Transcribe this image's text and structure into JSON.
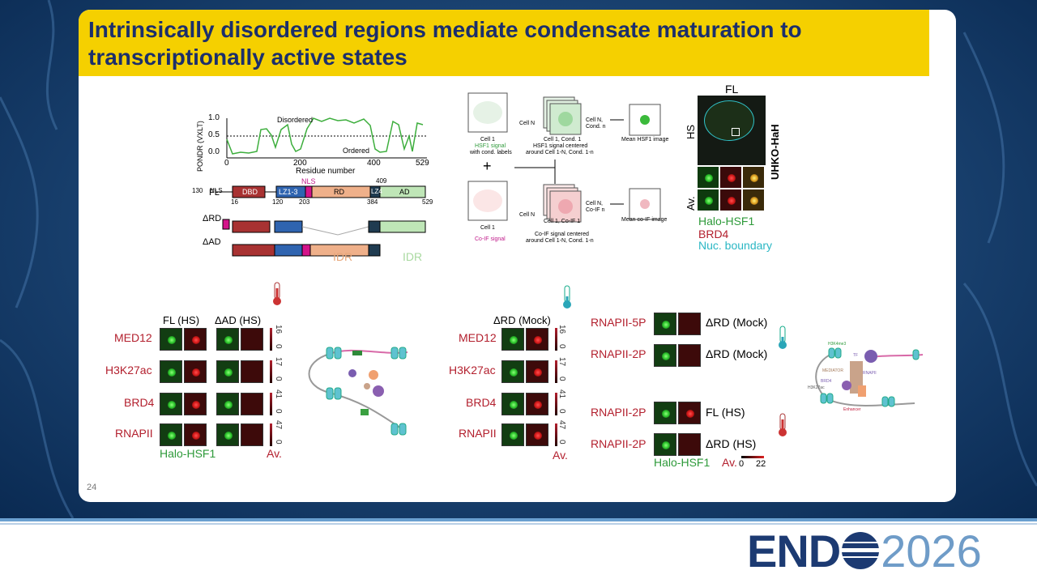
{
  "slide": {
    "title": "Intrinsically disordered regions mediate condensate maturation to transcriptionally active states",
    "page_number": "24"
  },
  "footer": {
    "logo_part1": "END",
    "logo_part2": "2026"
  },
  "plot": {
    "ylabel": "PONDR (VXLT)",
    "xlabel": "Residue number",
    "yticks": [
      "1.0",
      "0.5",
      "0.0"
    ],
    "xticks": [
      "0",
      "200",
      "400",
      "529"
    ],
    "label_disordered": "Disordered",
    "label_ordered": "Ordered"
  },
  "domains": {
    "fl_label": "FL",
    "drd_label": "ΔRD",
    "dad_label": "ΔAD",
    "dbd": "DBD",
    "lz13": "LZ1-3",
    "nls": "NLS",
    "rd": "RD",
    "lz4": "LZ4",
    "ad": "AD",
    "pos_top": [
      "130",
      "409"
    ],
    "pos_bottom": [
      "16",
      "120",
      "203",
      "384",
      "529"
    ],
    "idr_left": "IDR",
    "idr_right": "IDR"
  },
  "workflow": {
    "cell1": "Cell 1",
    "hsf1_signal": "HSF1 signal",
    "with_cond_labels": "with cond. labels",
    "cell_n": "Cell N",
    "cell1_cond1": "Cell 1, Cond. 1",
    "hsf1_centered": "HSF1 signal centered",
    "around_cells": "around Cell 1-N, Cond. 1-n",
    "cell_n_cond_n": "Cell N,",
    "cond_n": "Cond. n",
    "mean_hsf1": "Mean HSF1 image",
    "plus": "+",
    "co_if_signal": "Co-IF signal",
    "cell1_coif1": "Cell 1, Co-IF 1",
    "coif_centered": "Co-IF signal centered",
    "around_cells2": "around Cell 1-N, Cond. 1-n",
    "coif_n": "Co-IF n",
    "mean_coif": "Mean co-IF image"
  },
  "micrograph": {
    "fl": "FL",
    "hs": "HS",
    "uhko": "UHKO-HaH",
    "av": "Av.",
    "legend": [
      "Halo-HSF1",
      "BRD4",
      "Nuc. boundary"
    ]
  },
  "panel_left": {
    "col1": "FL (HS)",
    "col2": "ΔAD (HS)",
    "rows": [
      "MED12",
      "H3K27ac",
      "BRD4",
      "RNAPII"
    ],
    "scales": [
      "16",
      "0",
      "17",
      "0",
      "41",
      "0",
      "47",
      "0"
    ],
    "footer_left": "Halo-HSF1",
    "footer_right": "Av."
  },
  "panel_mid": {
    "col1": "ΔRD (Mock)",
    "rows": [
      "MED12",
      "H3K27ac",
      "BRD4",
      "RNAPII"
    ],
    "scales": [
      "16",
      "0",
      "17",
      "0",
      "41",
      "0",
      "47",
      "0"
    ],
    "footer": "Av."
  },
  "panel_right": {
    "rows": [
      "RNAPII-5P",
      "RNAPII-2P",
      "RNAPII-2P",
      "RNAPII-2P"
    ],
    "conds": [
      "ΔRD (Mock)",
      "ΔRD (Mock)",
      "FL (HS)",
      "ΔRD (HS)"
    ],
    "footer_left": "Halo-HSF1",
    "footer_av": "Av.",
    "scale_min": "0",
    "scale_max": "22"
  },
  "model_right": {
    "labels": [
      "H3K4me3",
      "TF",
      "MEDIATOR",
      "RNAPII",
      "BRD4",
      "H3K27ac",
      "Enhancer"
    ]
  },
  "colors": {
    "title_bg": "#f5d000",
    "title_text": "#1c2f6b",
    "accent_red": "#b3202e",
    "accent_green": "#2e9a3a"
  }
}
